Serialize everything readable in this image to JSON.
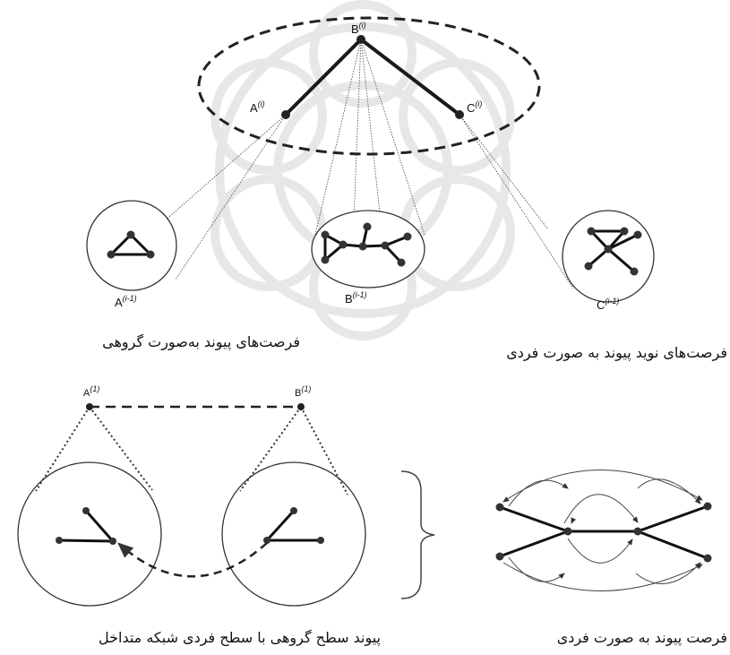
{
  "figure_top": {
    "labels": {
      "top_node": "B",
      "top_node_sup": "(i)",
      "left_node": "A",
      "left_node_sup": "(i)",
      "right_node": "C",
      "right_node_sup": "(i)",
      "sub_left": "A",
      "sub_left_sup": "(i-1)",
      "sub_mid": "B",
      "sub_mid_sup": "(i-1)",
      "sub_right": "C",
      "sub_right_sup": "(i-1)"
    }
  },
  "figure_bottom": {
    "labels": {
      "node_a": "A",
      "node_a_sup": "(1)",
      "node_b": "B",
      "node_b_sup": "(1)"
    }
  },
  "captions": {
    "top_left": "فرصت‌های پیوند به‌صورت گروهی",
    "top_right": "فرصت‌های نوید پیوند به صورت فردی",
    "bottom_left": "پیوند سطح گروهی با سطح فردی شبکه متداخل",
    "bottom_right": "فرصت پیوند به صورت فردی"
  },
  "colors": {
    "ink": "#2b2b2b",
    "node": "#333333",
    "watermark": "#d9d9d9"
  }
}
